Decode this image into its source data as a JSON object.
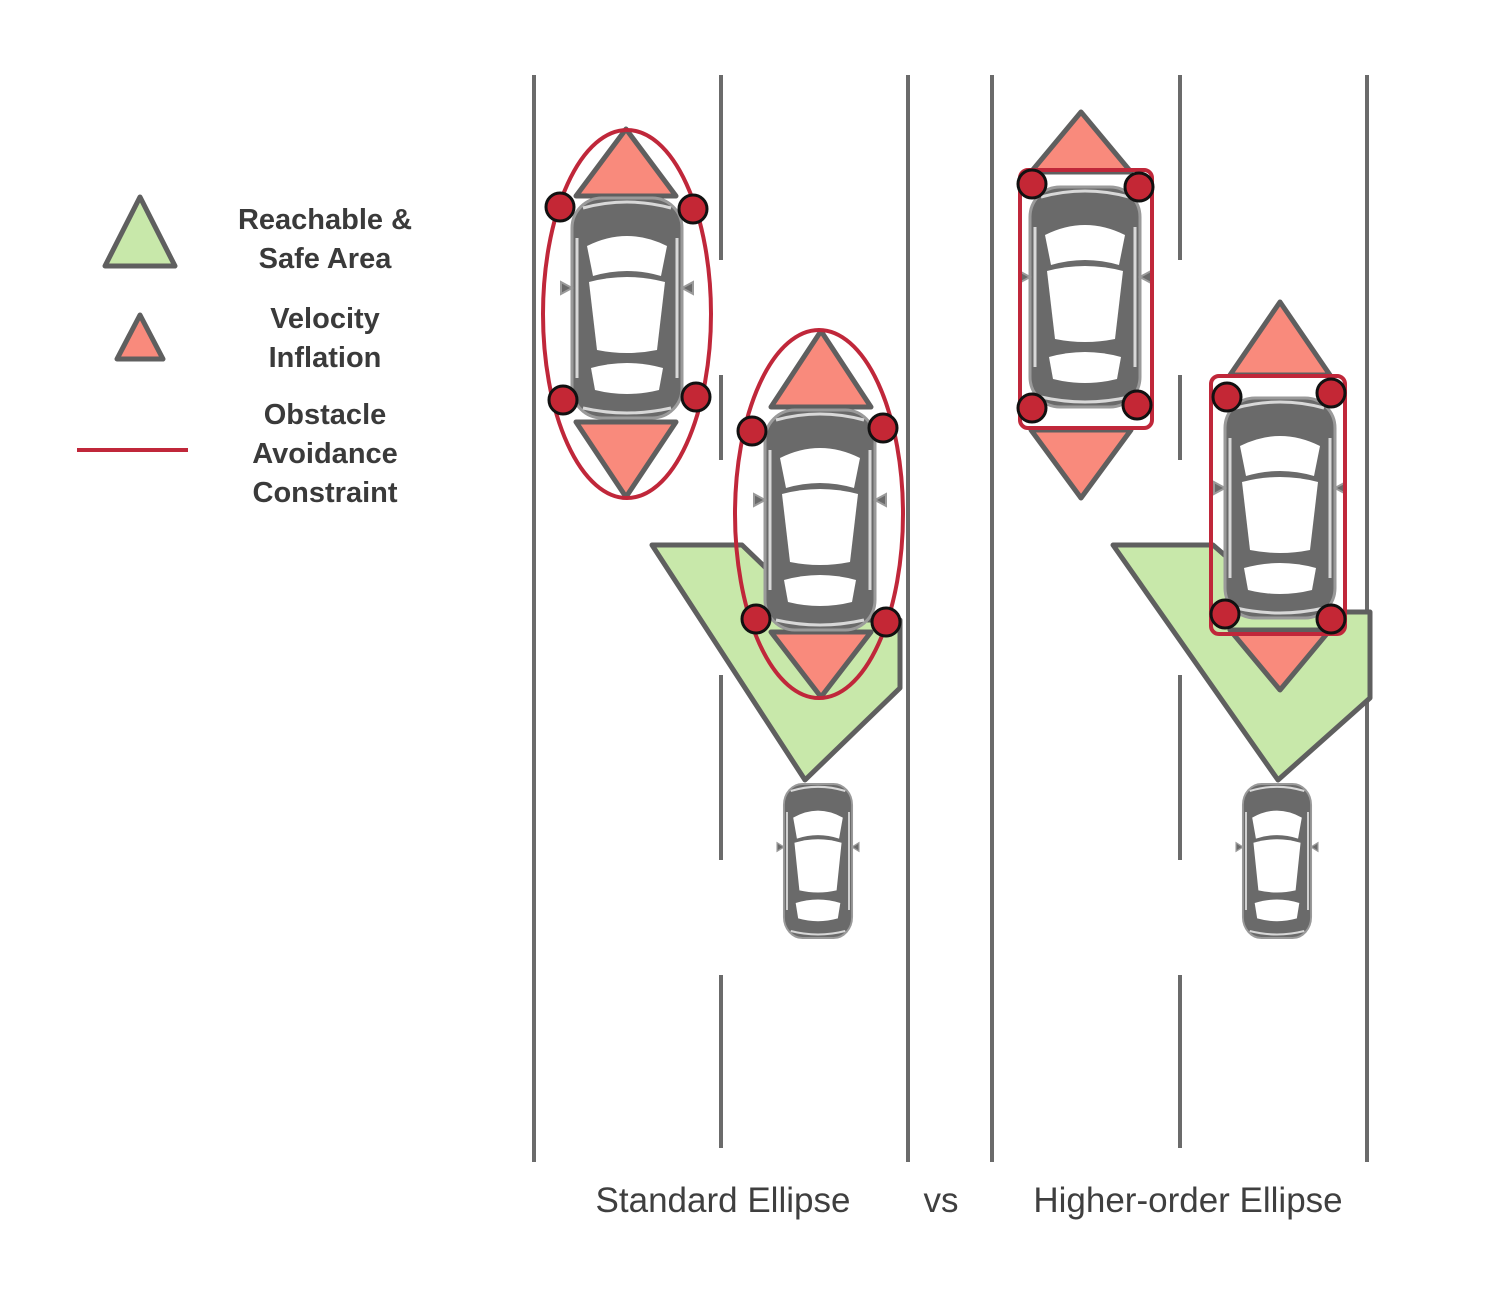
{
  "colors": {
    "safe_area_fill": "#c8e8aa",
    "velocity_fill": "#f98a7c",
    "constraint_line": "#c0273a",
    "corner_point_fill": "#c42735",
    "outline": "#5f5f5f",
    "road_line": "#6b6b6b",
    "car_body": "#6a6a6a"
  },
  "legend": {
    "reachable_safe_area": {
      "line1": "Reachable &",
      "line2": "Safe Area",
      "icon": "green-triangle-icon"
    },
    "velocity_inflation": {
      "line1": "Velocity",
      "line2": "Inflation",
      "icon": "red-triangle-icon"
    },
    "obstacle_avoidance": {
      "line1": "Obstacle",
      "line2": "Avoidance",
      "line3": "Constraint",
      "icon": "red-line-icon"
    }
  },
  "captions": {
    "left": "Standard Ellipse",
    "middle": "vs",
    "right": "Higher-order Ellipse"
  }
}
